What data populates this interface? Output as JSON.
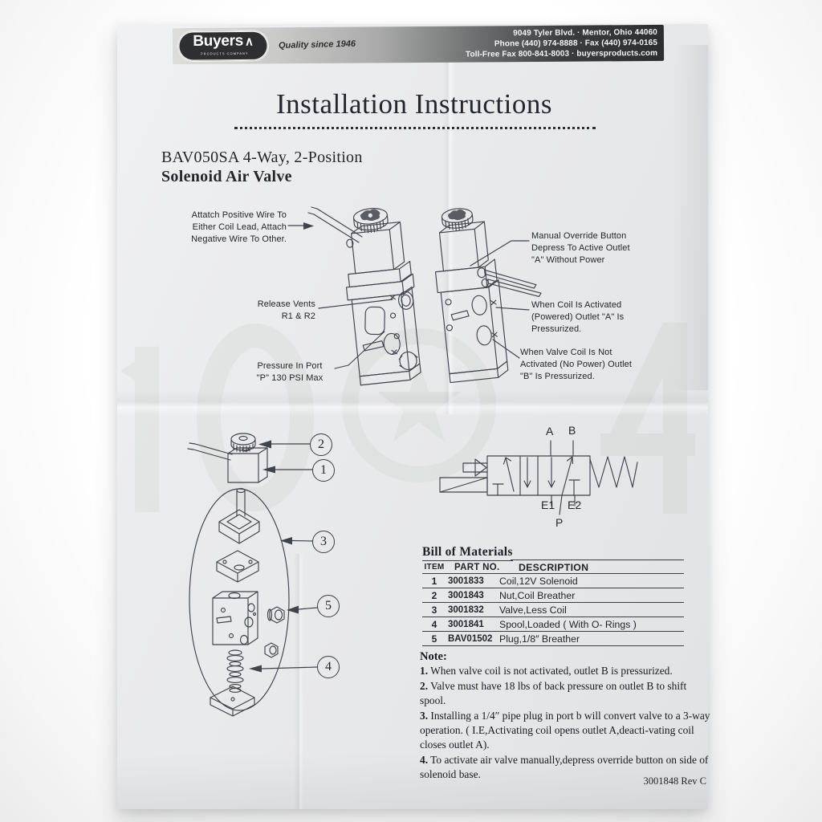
{
  "header": {
    "logo": {
      "name": "Buyers",
      "sub": "PRODUCTS  COMPANY"
    },
    "tagline": "Quality since 1946",
    "address_lines": [
      "9049 Tyler Blvd. · Mentor, Ohio 44060",
      "Phone (440) 974-8888 · Fax (440) 974-0165",
      "Toll-Free Fax 800-841-8003 · buyersproducts.com"
    ]
  },
  "icons": {
    "logo_arrow": "∧"
  },
  "title": "Installation Instructions",
  "product": {
    "model_line": "BAV050SA 4-Way, 2-Position",
    "name_line": "Solenoid Air Valve"
  },
  "diagram_labels": {
    "attach_wire": [
      "Attatch Positive Wire To",
      "Either Coil Lead, Attach",
      "Negative Wire To Other."
    ],
    "release_vents": [
      "Release Vents",
      "R1 & R2"
    ],
    "pressure_port": [
      "Pressure In Port",
      "\"P\"  130 PSI Max"
    ],
    "manual_override": [
      "Manual Override Button",
      "Depress To Active Outlet",
      "\"A\" Without Power"
    ],
    "coil_activated": [
      "When Coil Is Activated",
      "(Powered) Outlet \"A\" Is",
      "Pressurized."
    ],
    "coil_not_activated": [
      "When Valve Coil Is Not",
      "Activated (No Power) Outlet",
      "\"B\" Is Pressurized."
    ]
  },
  "callouts": {
    "n1": "1",
    "n2": "2",
    "n3": "3",
    "n4": "4",
    "n5": "5"
  },
  "schematic": {
    "ports": {
      "a": "A",
      "b": "B",
      "e1": "E1",
      "e2": "E2",
      "p": "P"
    }
  },
  "bom": {
    "title": "Bill of Materials",
    "headers": [
      "ITEM",
      "PART NO.",
      "DESCRIPTION"
    ],
    "rows": [
      {
        "item": "1",
        "part": "3001833",
        "desc": "Coil,12V Solenoid"
      },
      {
        "item": "2",
        "part": "3001843",
        "desc": "Nut,Coil  Breather"
      },
      {
        "item": "3",
        "part": "3001832",
        "desc": "Valve,Less Coil"
      },
      {
        "item": "4",
        "part": "3001841",
        "desc": "Spool,Loaded  ( With O- Rings )"
      },
      {
        "item": "5",
        "part": "BAV01502",
        "desc": "Plug,1/8″  Breather"
      }
    ]
  },
  "notes": {
    "label": "Note:",
    "items": [
      {
        "num": "1.",
        "text": " When valve coil is not activated, outlet B is pressurized."
      },
      {
        "num": "2.",
        "text": " Valve must have 18 lbs of back pressure on outlet B to shift spool."
      },
      {
        "num": "3.",
        "text": " Installing a 1/4″  pipe plug in port b will convert valve to a 3-way operation. ( I.E,Activating coil opens outlet A,deacti-vating coil closes outlet A)."
      },
      {
        "num": "4.",
        "text": " To activate air valve manually,depress override button on side of solenoid base."
      }
    ]
  },
  "footer": {
    "doc_rev": "3001848 Rev C"
  }
}
